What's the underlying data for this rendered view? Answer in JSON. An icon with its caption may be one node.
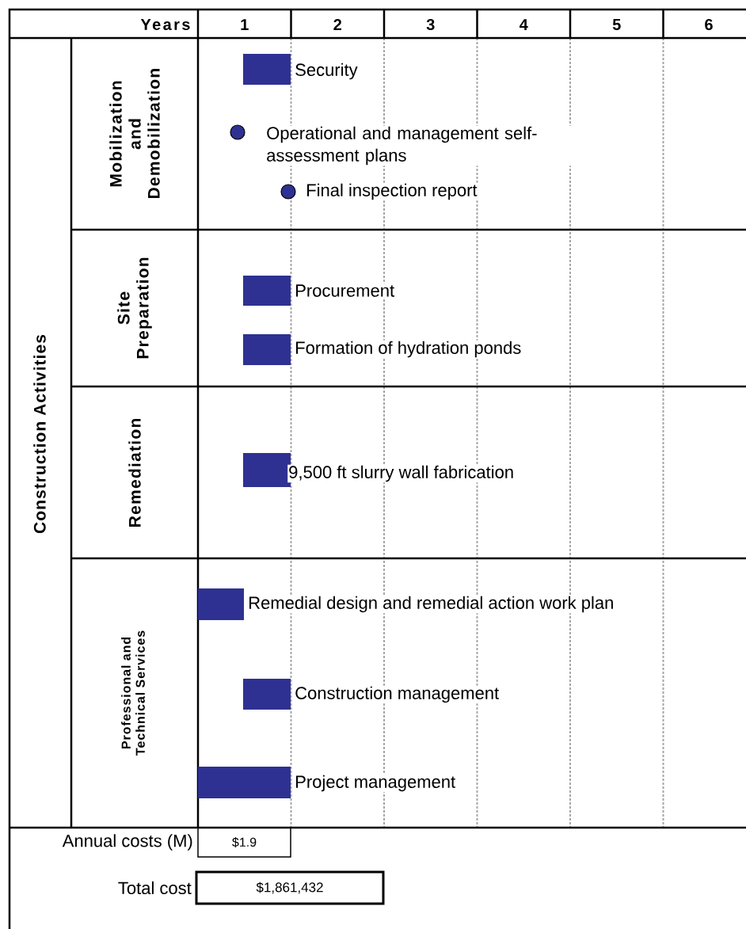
{
  "diagram": {
    "nodes": [
      {
        "text": [
          "Mobilization and Demobilization"
        ]
      },
      {
        "text": [
          "Site Preparation"
        ]
      },
      {
        "text": [
          "Remediation"
        ]
      },
      {
        "text": [
          "Professional and Technical Services"
        ]
      },
      {
        "text": [],
        "shape": "bar",
        "beside": [
          "Security"
        ]
      },
      {
        "text": [],
        "shape": "circle",
        "beside": [
          "Operational and management self-assessment plans"
        ]
      },
      {
        "text": [],
        "shape": "circle",
        "beside": [
          "Final inspection report"
        ]
      },
      {
        "text": [],
        "shape": "bar",
        "beside": [
          "Procurement"
        ]
      },
      {
        "text": [],
        "shape": "bar",
        "beside": [
          "Formation of hydration ponds"
        ]
      },
      {
        "text": [],
        "shape": "bar",
        "beside": [
          "9,500 ft slurry wall fabrication"
        ]
      },
      {
        "text": [],
        "shape": "bar",
        "beside": [
          "Remedial design and remedial action work plan"
        ]
      },
      {
        "text": [],
        "shape": "bar",
        "beside": [
          "Construction management"
        ]
      },
      {
        "text": [],
        "shape": "bar",
        "beside": [
          "Project management"
        ]
      },
      {
        "text": [
          "$1.9"
        ],
        "beside": [
          "Annual costs (M)"
        ]
      },
      {
        "text": [
          "$1,861,432"
        ],
        "beside": [
          "Total cost"
        ]
      }
    ],
    "labels": [
      "Years",
      "1",
      "2",
      "3",
      "4",
      "5",
      "6",
      "Construction Activities"
    ]
  }
}
